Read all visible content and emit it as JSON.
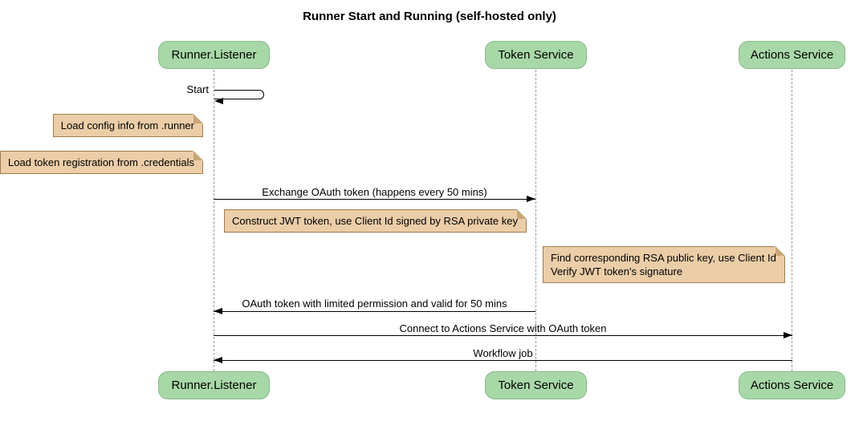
{
  "title": "Runner Start and Running (self-hosted only)",
  "participants": [
    {
      "name": "Runner.Listener"
    },
    {
      "name": "Token Service"
    },
    {
      "name": "Actions Service"
    }
  ],
  "messages": [
    {
      "label": "Start",
      "from": "Runner.Listener",
      "to": "Runner.Listener",
      "kind": "self"
    },
    {
      "label": "Exchange OAuth token (happens every 50 mins)",
      "from": "Runner.Listener",
      "to": "Token Service",
      "kind": "solid-arrow"
    },
    {
      "label": "OAuth token with limited permission and valid for 50 mins",
      "from": "Token Service",
      "to": "Runner.Listener",
      "kind": "solid-arrow"
    },
    {
      "label": "Connect to Actions Service with OAuth token",
      "from": "Runner.Listener",
      "to": "Actions Service",
      "kind": "solid-arrow"
    },
    {
      "label": "Workflow job",
      "from": "Actions Service",
      "to": "Runner.Listener",
      "kind": "solid-arrow"
    }
  ],
  "notes": [
    {
      "text": "Load config info from .runner",
      "position": "left of Runner.Listener"
    },
    {
      "text": "Load token registration from .credentials",
      "position": "left of Runner.Listener"
    },
    {
      "text": "Construct JWT token, use Client Id signed by RSA private key",
      "position": "between Runner.Listener and Token Service"
    },
    {
      "lines": [
        "Find corresponding RSA public key, use Client Id",
        "Verify JWT token's signature"
      ],
      "position": "between Token Service and Actions Service"
    }
  ],
  "colors": {
    "participant_fill": "#A8D8A8",
    "participant_border": "#88B888",
    "note_fill": "#EBCDA8",
    "note_border": "#9C7C52",
    "lifeline": "#999999",
    "arrow": "#000000",
    "background": "#FFFFFF"
  }
}
